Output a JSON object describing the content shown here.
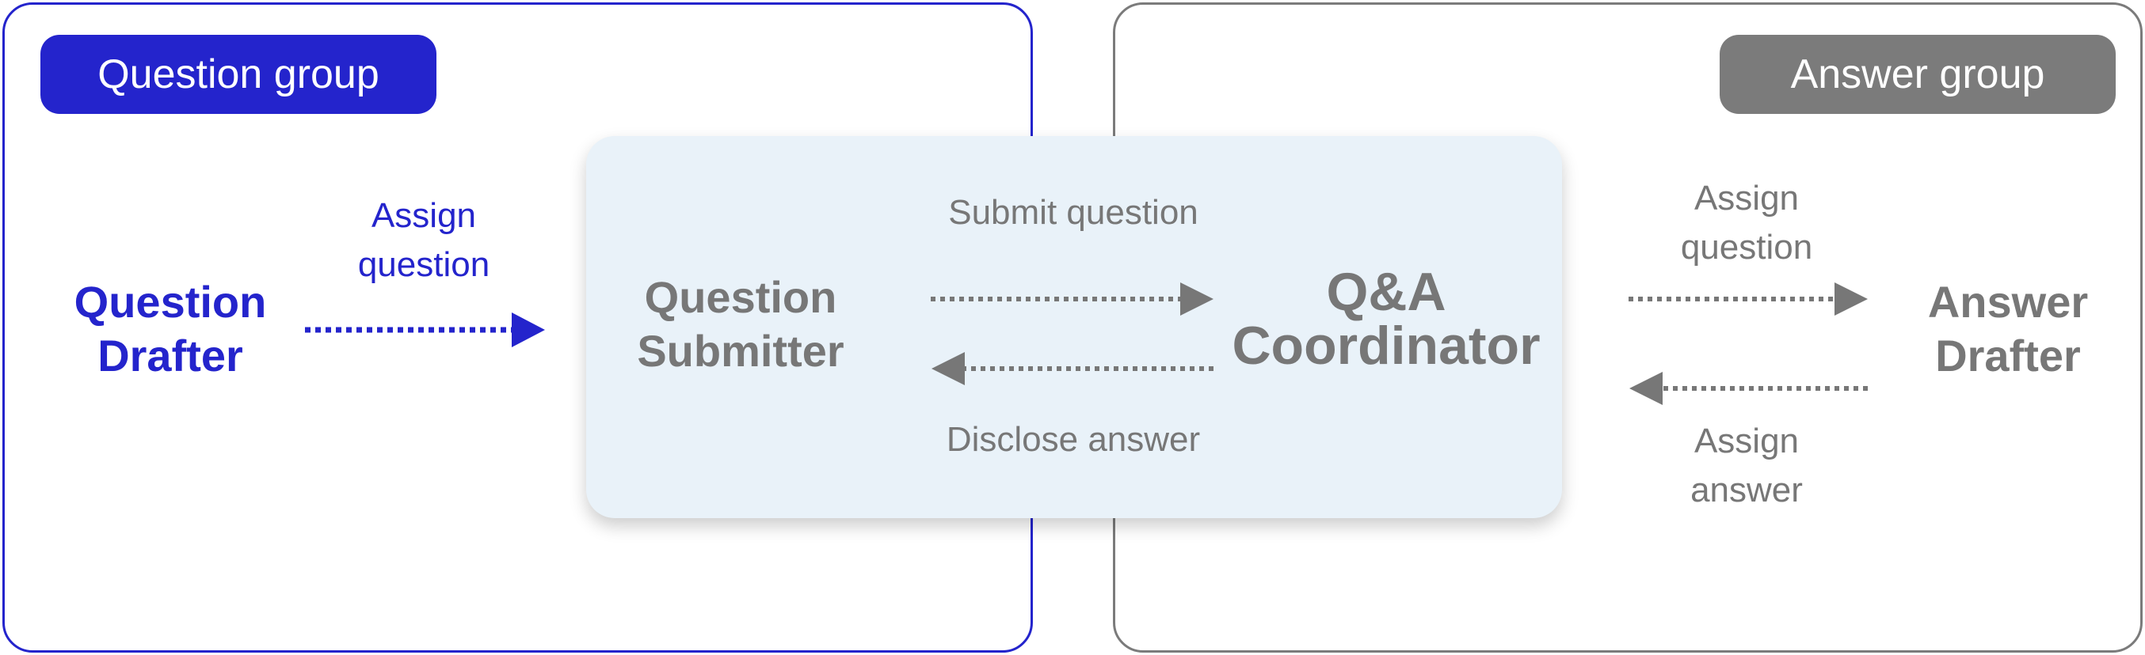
{
  "groups": {
    "question": {
      "label": "Question group",
      "color": "#2424cc"
    },
    "answer": {
      "label": "Answer group",
      "color": "#7b7b7b"
    }
  },
  "roles": {
    "question_drafter": {
      "line1": "Question",
      "line2": "Drafter"
    },
    "question_submitter": {
      "line1": "Question",
      "line2": "Submitter"
    },
    "qa_coordinator": {
      "line1": "Q&A",
      "line2": "Coordinator"
    },
    "answer_drafter": {
      "line1": "Answer",
      "line2": "Drafter"
    }
  },
  "edges": {
    "assign_question_left": {
      "line1": "Assign",
      "line2": "question"
    },
    "submit_question": {
      "label": "Submit question"
    },
    "disclose_answer": {
      "label": "Disclose answer"
    },
    "assign_question_right": {
      "line1": "Assign",
      "line2": "question"
    },
    "assign_answer": {
      "line1": "Assign",
      "line2": "answer"
    }
  },
  "colors": {
    "panel": "#e9f2f9",
    "text_gray": "#777777"
  }
}
